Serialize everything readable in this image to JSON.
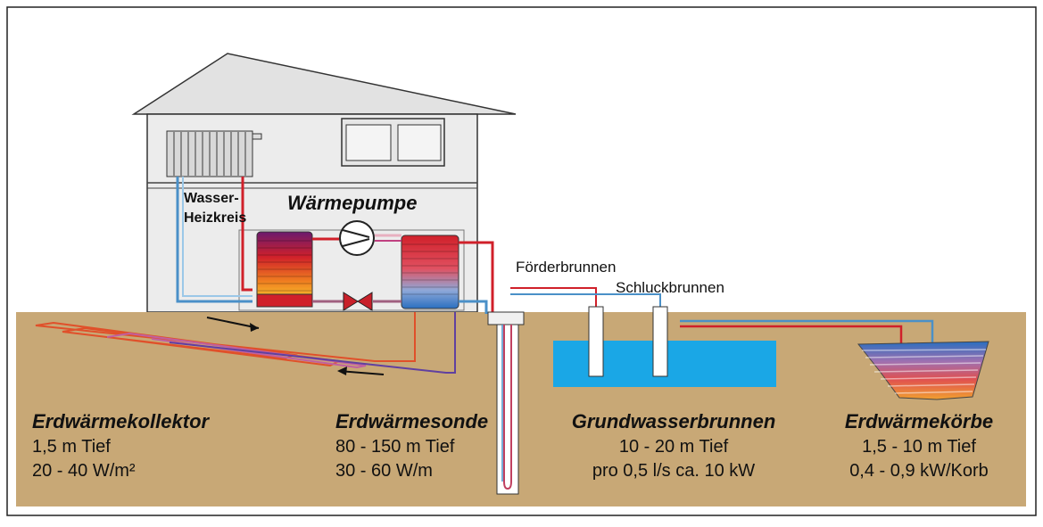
{
  "house": {
    "heat_pump_label": "Wärmepumpe",
    "heating_circuit_line1": "Wasser-",
    "heating_circuit_line2": "Heizkreis"
  },
  "wells": {
    "supply_well": "Förderbrunnen",
    "return_well": "Schluckbrunnen"
  },
  "systems": [
    {
      "title": "Erdwärmekollektor",
      "depth": "1,5 m Tief",
      "power": "20 - 40 W/m²"
    },
    {
      "title": "Erdwärmesonde",
      "depth": "80 - 150 m Tief",
      "power": "30 - 60 W/m"
    },
    {
      "title": "Grundwasserbrunnen",
      "depth": "10 - 20 m Tief",
      "power": "pro 0,5 l/s ca. 10 kW"
    },
    {
      "title": "Erdwärmekörbe",
      "depth": "1,5 - 10 m Tief",
      "power": "0,4 - 0,9 kW/Korb"
    }
  ],
  "colors": {
    "ground": "#c8a876",
    "water": "#1aa7e6",
    "house_wall": "#ebebeb",
    "roof": "#e0e0e0",
    "hot_pipe": "#d0202a",
    "cold_pipe": "#4a90c8"
  }
}
